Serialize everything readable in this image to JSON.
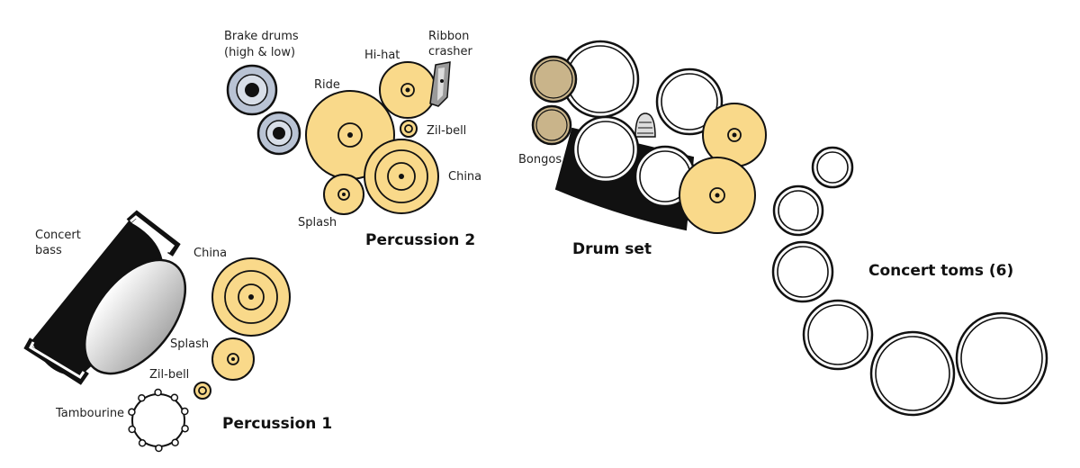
{
  "labels": {
    "brake_drums_line1": "Brake drums",
    "brake_drums_line2": "(high & low)",
    "ribbon_line1": "Ribbon",
    "ribbon_line2": "crasher",
    "hihat": "Hi-hat",
    "ride": "Ride",
    "zilbell_p2": "Zil-bell",
    "china_p2": "China",
    "splash_p2": "Splash",
    "bongos": "Bongos",
    "concert_bass_line1": "Concert",
    "concert_bass_line2": "bass",
    "china_p1": "China",
    "splash_p1": "Splash",
    "zilbell_p1": "Zil-bell",
    "tambourine": "Tambourine"
  },
  "groups": {
    "percussion2": "Percussion 2",
    "drum_set": "Drum set",
    "concert_toms": "Concert toms (6)",
    "percussion1": "Percussion 1"
  },
  "colors": {
    "cymbal": "#f9d98a",
    "bongo": "#c9b48a",
    "brake_drum": "#b9c3d4",
    "drum_head": "#ffffff",
    "outline": "#111111"
  }
}
